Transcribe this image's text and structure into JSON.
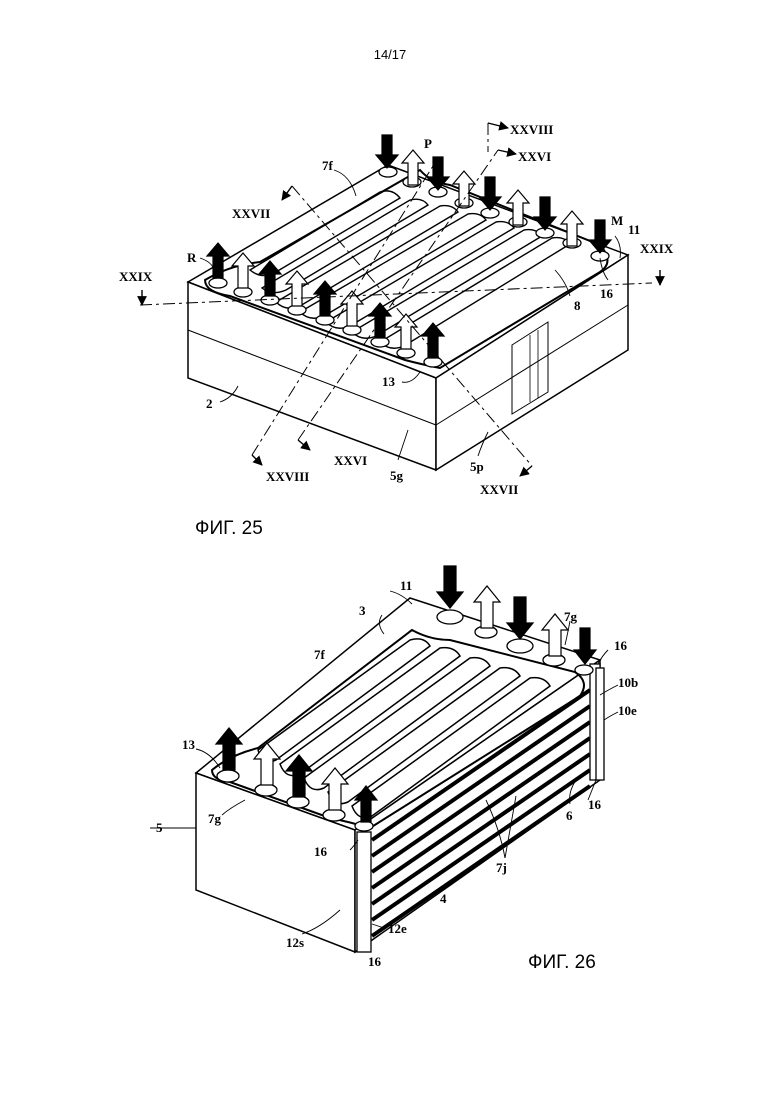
{
  "page": {
    "number": "14/17"
  },
  "figures": [
    {
      "caption": "ФИГ. 25",
      "labels": {
        "xxviii_top": "XXVIII",
        "xxvi_top": "XXVI",
        "p": "P",
        "f7": "7f",
        "xxvii_left": "XXVII",
        "r": "R",
        "xxix_left": "XXIX",
        "m": "M",
        "n11": "11",
        "xxix_right": "XXIX",
        "n16": "16",
        "n8": "8",
        "n13": "13",
        "n2": "2",
        "xxviii_bottom": "XXVIII",
        "xxvi_bottom": "XXVI",
        "g5": "5g",
        "p5": "5p",
        "xxvii_bottom": "XXVII"
      }
    },
    {
      "caption": "ФИГ. 26",
      "labels": {
        "n11": "11",
        "n3": "3",
        "g7_top": "7g",
        "n16_a": "16",
        "f7": "7f",
        "b10": "10b",
        "e10": "10e",
        "n13": "13",
        "g7_left": "7g",
        "n5": "5",
        "n6": "6",
        "n16_b": "16",
        "n16_c": "16",
        "j7": "7j",
        "n4": "4",
        "s12": "12s",
        "e12": "12e",
        "n16_d": "16"
      }
    }
  ]
}
